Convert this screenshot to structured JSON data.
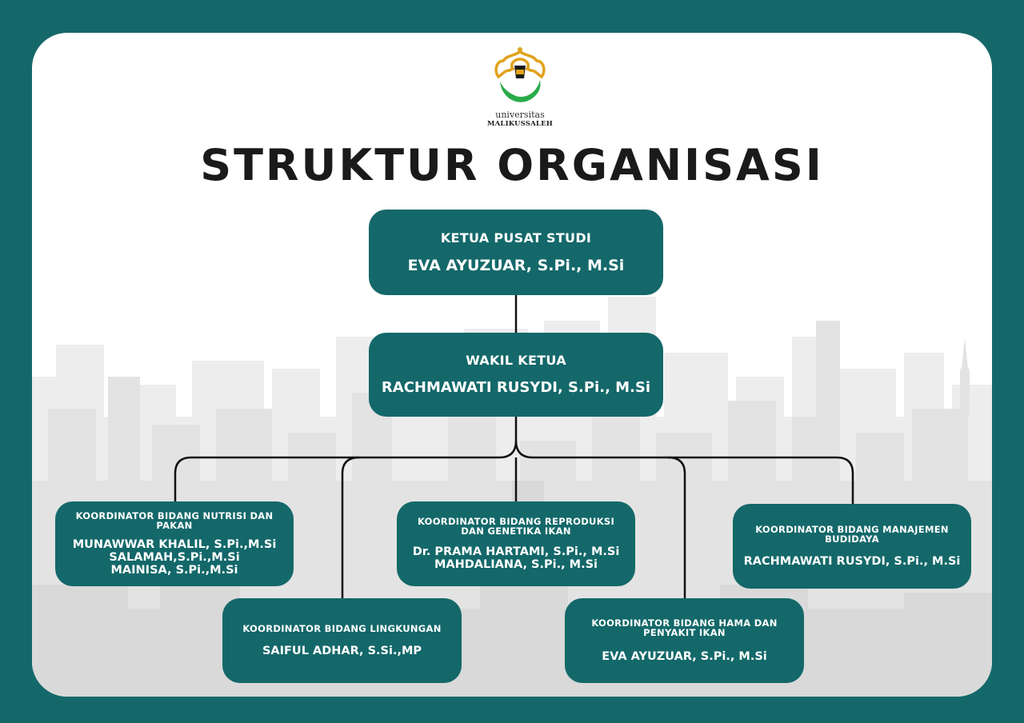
{
  "logo": {
    "line1": "universitas",
    "line2": "MALIKUSSALEH"
  },
  "title": "STRUKTUR ORGANISASI",
  "colors": {
    "frame": "#14686a",
    "box": "#14686a",
    "logo_gold": "#e0a21b",
    "logo_green": "#2bab4a"
  },
  "boxes": {
    "ketua": {
      "role": "KETUA PUSAT STUDI",
      "names": [
        "EVA AYUZUAR, S.Pi., M.Si"
      ]
    },
    "wakil": {
      "role": "WAKIL KETUA",
      "names": [
        "RACHMAWATI RUSYDI, S.Pi., M.Si"
      ]
    },
    "nutrisi": {
      "role": "KOORDINATOR BIDANG NUTRISI DAN PAKAN",
      "names": [
        "MUNAWWAR KHALIL, S.Pi.,M.Si",
        "SALAMAH,S.Pi.,M.Si",
        "MAINISA, S.Pi.,M.Si"
      ]
    },
    "reproduksi": {
      "role": "KOORDINATOR BIDANG REPRODUKSI DAN GENETIKA IKAN",
      "names": [
        "Dr. PRAMA HARTAMI, S.Pi., M.Si",
        "MAHDALIANA, S.Pi., M.Si"
      ]
    },
    "manajemen": {
      "role": "KOORDINATOR BIDANG MANAJEMEN BUDIDAYA",
      "names": [
        "RACHMAWATI RUSYDI, S.Pi., M.Si"
      ]
    },
    "lingkungan": {
      "role": "KOORDINATOR BIDANG LINGKUNGAN",
      "names": [
        "SAIFUL ADHAR, S.Si.,MP"
      ]
    },
    "hama": {
      "role": "KOORDINATOR BIDANG HAMA DAN PENYAKIT IKAN",
      "names": [
        "EVA AYUZUAR, S.Pi., M.Si"
      ]
    }
  }
}
